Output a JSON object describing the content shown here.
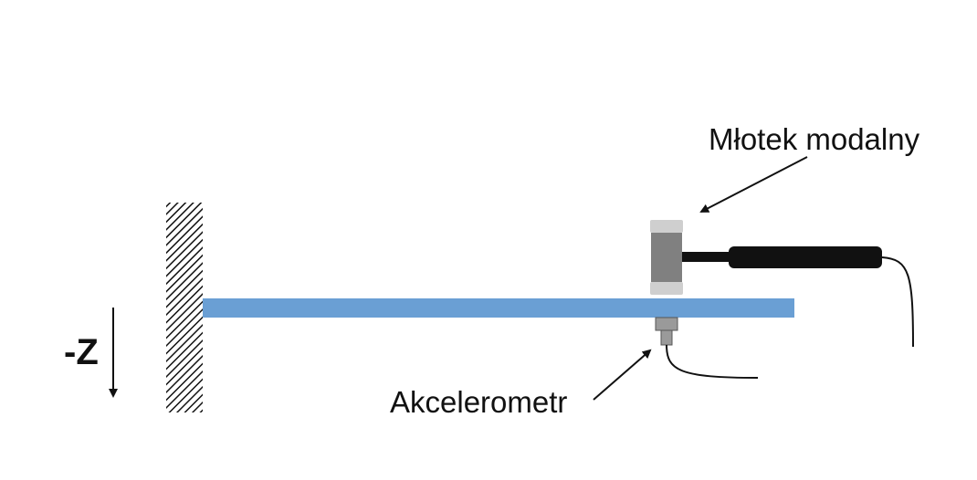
{
  "labels": {
    "hammer": "Młotek modalny",
    "accelerometer": "Akcelerometr",
    "axis": "-Z"
  },
  "colors": {
    "beam": "#6a9fd4",
    "hammer_head": "#808080",
    "hammer_tip": "#cfcfcf",
    "handle": "#111111",
    "accelerometer": "#9a9a9a",
    "ink": "#111111"
  },
  "icons": {
    "wall": "hatched-wall-support",
    "axis_arrow": "arrow-down-icon",
    "pointer": "arrow-pointer-icon"
  }
}
